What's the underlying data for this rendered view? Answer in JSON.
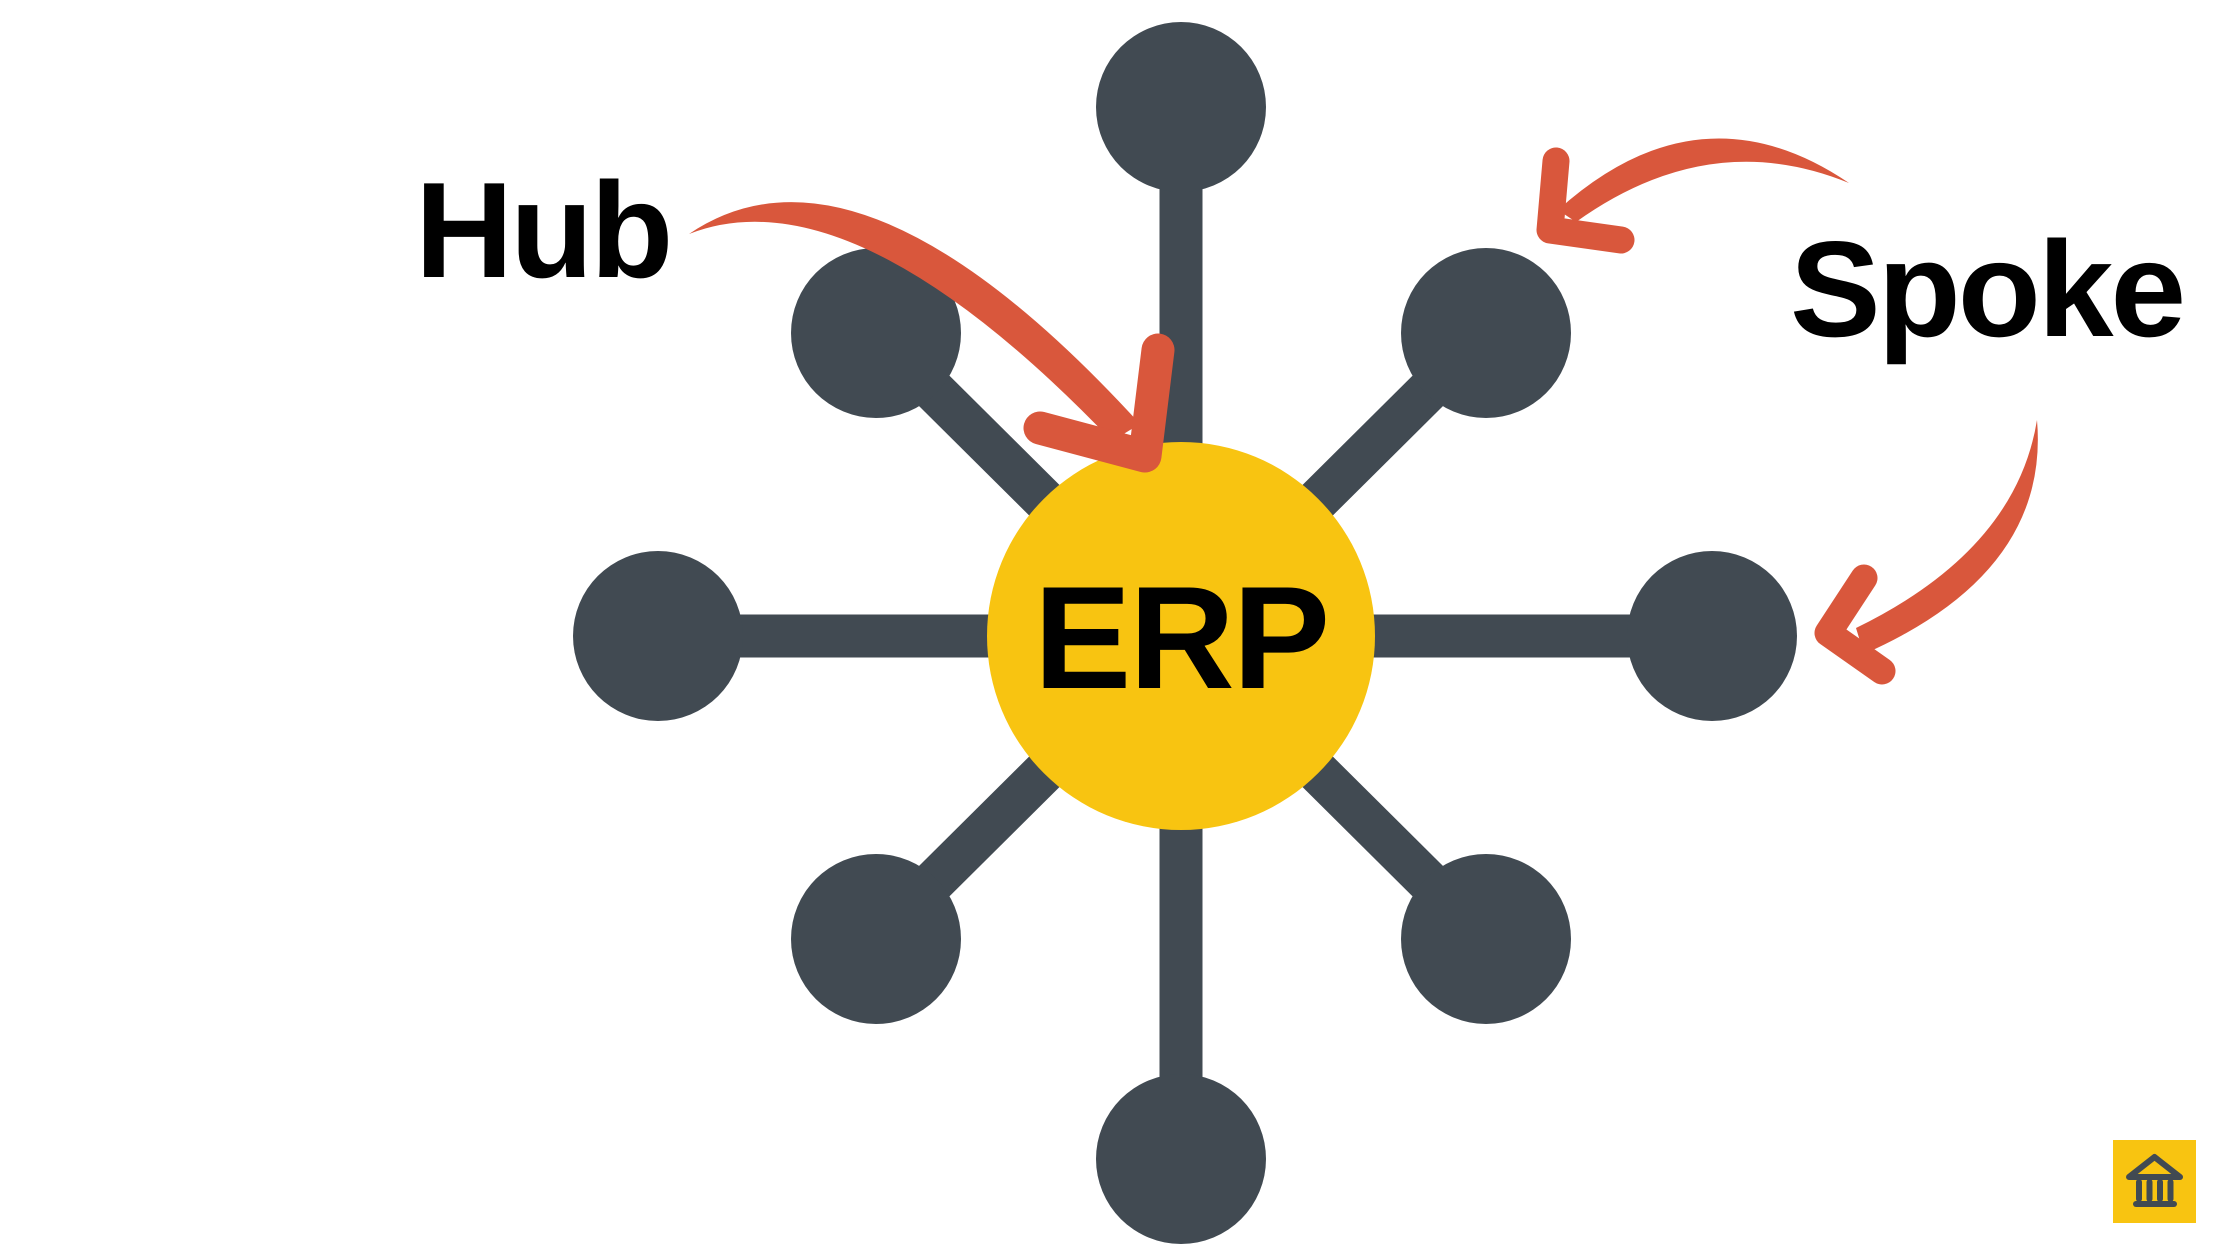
{
  "diagram": {
    "type": "hub-and-spoke",
    "hub": {
      "label": "ERP"
    },
    "annotations": {
      "hub_label": "Hub",
      "spoke_label": "Spoke"
    },
    "spokes": {
      "count": 8
    },
    "colors": {
      "background": "#FFFFFF",
      "hub_fill": "#F8C411",
      "node_fill": "#414A52",
      "arrow": "#D9573C",
      "text": "#000000"
    },
    "watermark": {
      "icon": "bank-icon",
      "background": "#F8C411"
    }
  }
}
